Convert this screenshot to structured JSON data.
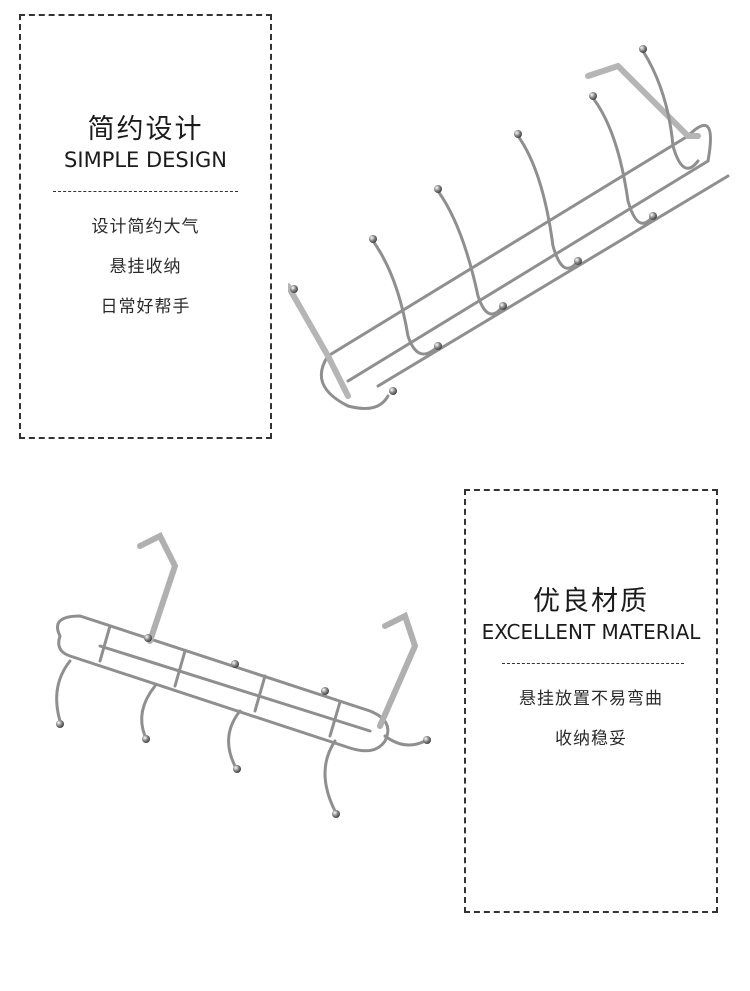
{
  "section_1": {
    "title_cn": "简约设计",
    "title_en": "SIMPLE DESIGN",
    "lines": [
      "设计简约大气",
      "悬挂收纳",
      "日常好帮手"
    ]
  },
  "section_2": {
    "title_cn": "优良材质",
    "title_en": "EXCELLENT MATERIAL",
    "lines": [
      "悬挂放置不易弯曲",
      "收纳稳妥"
    ]
  }
}
